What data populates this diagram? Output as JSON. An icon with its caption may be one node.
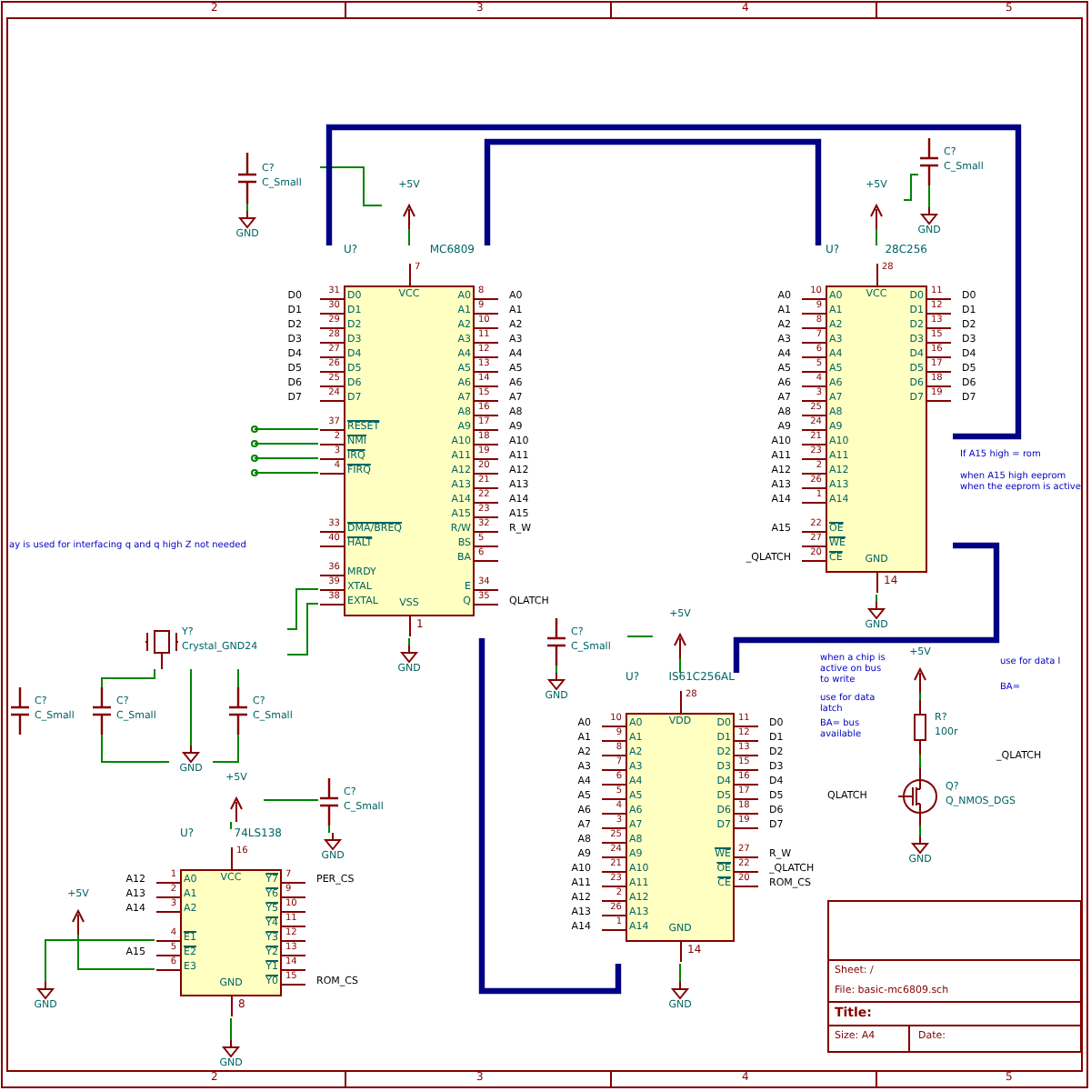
{
  "diagram": {
    "nodes": [
      {
        "text": [
          "U?",
          "MC6809",
          "VCC",
          "VSS",
          "D0",
          "D1",
          "D2",
          "D3",
          "D4",
          "D5",
          "D6",
          "D7",
          "RESET",
          "NMI",
          "IRQ",
          "FIRQ",
          "DMA/BREQ",
          "HALT",
          "MRDY",
          "XTAL",
          "EXTAL",
          "A0",
          "A1",
          "A2",
          "A3",
          "A4",
          "A5",
          "A6",
          "A7",
          "A8",
          "A9",
          "A10",
          "A11",
          "A12",
          "A13",
          "A14",
          "A15",
          "R/W",
          "BS",
          "BA",
          "E",
          "Q"
        ],
        "beside": [
          "7",
          "1",
          "31",
          "30",
          "29",
          "28",
          "27",
          "26",
          "25",
          "24",
          "37",
          "2",
          "3",
          "4",
          "33",
          "40",
          "36",
          "39",
          "38",
          "8",
          "9",
          "10",
          "11",
          "12",
          "13",
          "14",
          "15",
          "16",
          "17",
          "18",
          "19",
          "20",
          "21",
          "22",
          "23",
          "32",
          "5",
          "6",
          "34",
          "35"
        ]
      },
      {
        "text": [
          "C?",
          "C_Small"
        ]
      },
      {
        "text": [
          "+5V"
        ]
      },
      {
        "text": [
          "GND"
        ]
      },
      {
        "text": [
          "Y?",
          "Crystal_GND24"
        ]
      },
      {
        "text": [
          "C?",
          "C_Small"
        ]
      },
      {
        "text": [
          "C?",
          "C_Small"
        ]
      },
      {
        "text": [
          "C?",
          "C_Small"
        ]
      },
      {
        "text": [
          "GND"
        ]
      },
      {
        "text": [
          "GND"
        ]
      },
      {
        "text": [
          "U?",
          "28C256",
          "VCC",
          "GND",
          "A0",
          "A1",
          "A2",
          "A3",
          "A4",
          "A5",
          "A6",
          "A7",
          "A8",
          "A9",
          "A10",
          "A11",
          "A12",
          "A13",
          "A14",
          "OE",
          "WE",
          "CE",
          "D0",
          "D1",
          "D2",
          "D3",
          "D4",
          "D5",
          "D6",
          "D7"
        ],
        "beside": [
          "28",
          "14",
          "10",
          "9",
          "8",
          "7",
          "6",
          "5",
          "4",
          "3",
          "25",
          "24",
          "21",
          "23",
          "2",
          "26",
          "1",
          "22",
          "27",
          "20",
          "11",
          "12",
          "13",
          "15",
          "16",
          "17",
          "18",
          "19"
        ]
      },
      {
        "text": [
          "+5V"
        ]
      },
      {
        "text": [
          "C?",
          "C_Small"
        ]
      },
      {
        "text": [
          "GND"
        ]
      },
      {
        "text": [
          "GND"
        ]
      },
      {
        "text": [
          "U?",
          "IS61C256AL",
          "VDD",
          "GND",
          "A0",
          "A1",
          "A2",
          "A3",
          "A4",
          "A5",
          "A6",
          "A7",
          "A8",
          "A9",
          "A10",
          "A11",
          "A12",
          "A13",
          "A14",
          "D0",
          "D1",
          "D2",
          "D3",
          "D4",
          "D5",
          "D6",
          "D7",
          "WE",
          "OE",
          "CE"
        ],
        "beside": [
          "28",
          "14",
          "10",
          "9",
          "8",
          "7",
          "6",
          "5",
          "4",
          "3",
          "25",
          "24",
          "21",
          "23",
          "2",
          "26",
          "1",
          "11",
          "12",
          "13",
          "15",
          "16",
          "17",
          "18",
          "19",
          "27",
          "22",
          "20"
        ]
      },
      {
        "text": [
          "+5V"
        ]
      },
      {
        "text": [
          "C?",
          "C_Small"
        ]
      },
      {
        "text": [
          "GND"
        ]
      },
      {
        "text": [
          "GND"
        ]
      },
      {
        "text": [
          "U?",
          "74LS138",
          "VCC",
          "GND",
          "A0",
          "A1",
          "A2",
          "E1",
          "E2",
          "E3",
          "Y7",
          "Y6",
          "Y5",
          "Y4",
          "Y3",
          "Y2",
          "Y1",
          "Y0"
        ],
        "beside": [
          "16",
          "8",
          "1",
          "2",
          "3",
          "4",
          "5",
          "6",
          "7",
          "9",
          "10",
          "11",
          "12",
          "13",
          "14",
          "15"
        ]
      },
      {
        "text": [
          "+5V"
        ]
      },
      {
        "text": [
          "C?",
          "C_Small"
        ]
      },
      {
        "text": [
          "GND"
        ]
      },
      {
        "text": [
          "GND"
        ]
      },
      {
        "text": [
          "GND"
        ]
      },
      {
        "text": [
          "+5V"
        ]
      },
      {
        "text": [
          "R?",
          "100r"
        ]
      },
      {
        "text": [
          "+5V"
        ]
      },
      {
        "text": [
          "Q?",
          "Q_NMOS_DGS"
        ]
      },
      {
        "text": [
          "GND"
        ]
      }
    ],
    "edges": [
      {
        "from": 0,
        "to": 2,
        "arrow": "none"
      },
      {
        "from": 1,
        "to": 2,
        "arrow": "none"
      },
      {
        "from": 1,
        "to": 3,
        "arrow": "none"
      },
      {
        "from": 4,
        "to": 0,
        "arrow": "none"
      },
      {
        "from": 4,
        "to": 0,
        "arrow": "none"
      },
      {
        "from": 6,
        "to": 4,
        "arrow": "none"
      },
      {
        "from": 7,
        "to": 4,
        "arrow": "none"
      },
      {
        "from": 4,
        "to": 8,
        "arrow": "none"
      },
      {
        "from": 6,
        "to": 8,
        "arrow": "none"
      },
      {
        "from": 7,
        "to": 8,
        "arrow": "none"
      },
      {
        "from": 0,
        "to": 9,
        "arrow": "none"
      },
      {
        "from": 0,
        "to": 10,
        "arrow": "none",
        "style": "thick",
        "color": "#000084"
      },
      {
        "from": 0,
        "to": 10,
        "arrow": "none",
        "style": "thick",
        "color": "#000084"
      },
      {
        "from": 10,
        "to": 11,
        "arrow": "none"
      },
      {
        "from": 12,
        "to": 11,
        "arrow": "none"
      },
      {
        "from": 12,
        "to": 13,
        "arrow": "none"
      },
      {
        "from": 10,
        "to": 14,
        "arrow": "none"
      },
      {
        "from": 10,
        "to": 15,
        "arrow": "none",
        "style": "thick",
        "color": "#000084"
      },
      {
        "from": 0,
        "to": 15,
        "arrow": "none",
        "style": "thick",
        "color": "#000084"
      },
      {
        "from": 15,
        "to": 16,
        "arrow": "none"
      },
      {
        "from": 17,
        "to": 16,
        "arrow": "none"
      },
      {
        "from": 17,
        "to": 18,
        "arrow": "none"
      },
      {
        "from": 15,
        "to": 19,
        "arrow": "none"
      },
      {
        "from": 20,
        "to": 21,
        "arrow": "none"
      },
      {
        "from": 22,
        "to": 21,
        "arrow": "none"
      },
      {
        "from": 22,
        "to": 23,
        "arrow": "none"
      },
      {
        "from": 20,
        "to": 24,
        "arrow": "none"
      },
      {
        "from": 20,
        "to": 25,
        "arrow": "none"
      },
      {
        "from": 26,
        "to": 20,
        "arrow": "none"
      },
      {
        "from": 28,
        "to": 27,
        "arrow": "none"
      },
      {
        "from": 27,
        "to": 29,
        "arrow": "none"
      },
      {
        "from": 29,
        "to": 30,
        "arrow": "none"
      }
    ],
    "labels": [
      "D0",
      "D1",
      "D2",
      "D3",
      "D4",
      "D5",
      "D6",
      "D7",
      "A0",
      "A1",
      "A2",
      "A3",
      "A4",
      "A5",
      "A6",
      "A7",
      "A8",
      "A9",
      "A10",
      "A11",
      "A12",
      "A13",
      "A14",
      "A15",
      "R_W",
      "QLATCH",
      "A0",
      "A1",
      "A2",
      "A3",
      "A4",
      "A5",
      "A6",
      "A7",
      "A8",
      "A9",
      "A10",
      "A11",
      "A12",
      "A13",
      "A14",
      "A15",
      "_QLATCH",
      "D0",
      "D1",
      "D2",
      "D3",
      "D4",
      "D5",
      "D6",
      "D7",
      "A0",
      "A1",
      "A2",
      "A3",
      "A4",
      "A5",
      "A6",
      "A7",
      "A8",
      "A9",
      "A10",
      "A11",
      "A12",
      "A13",
      "A14",
      "D0",
      "D1",
      "D2",
      "D3",
      "D4",
      "D5",
      "D6",
      "D7",
      "R_W",
      "_QLATCH",
      "ROM_CS",
      "A12",
      "A13",
      "A14",
      "A15",
      "PER_CS",
      "ROM_CS",
      "QLATCH",
      "_QLATCH",
      "If A15 high = rom",
      "when A15 high eeprom when the eeprom is active",
      "ay is used for interfacing q and q high Z not needed",
      "when a chip is active on bus to write",
      "use for data latch",
      "BA= bus available",
      "use for data l",
      "BA=",
      "Sheet: /",
      "File: basic-mc6809.sch",
      "Title:",
      "Size: A4",
      "Date:",
      "2",
      "3",
      "4",
      "5",
      "2",
      "3",
      "4",
      "5"
    ]
  }
}
